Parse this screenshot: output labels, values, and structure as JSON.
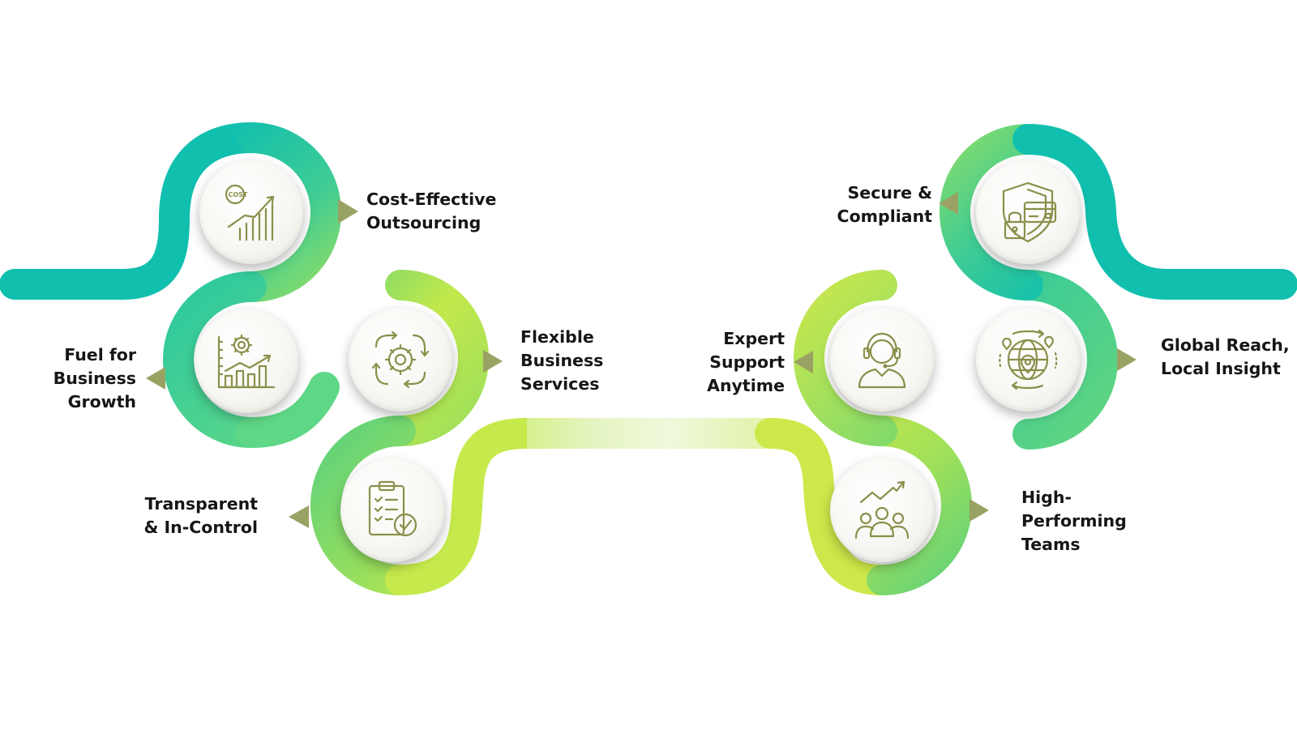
{
  "diagram": {
    "colors": {
      "teal": "#11bfae",
      "green": "#7ed67e",
      "lime": "#cde84a",
      "pale": "#e8f5c4",
      "arrow": "#9aa263",
      "icon": "#8a8f4a",
      "text": "#161616"
    },
    "nodes": [
      {
        "id": "cost-effective",
        "label_lines": [
          "Cost-Effective",
          "Outsourcing"
        ],
        "icon": "cost-growth-chart-icon"
      },
      {
        "id": "fuel-growth",
        "label_lines": [
          "Fuel for",
          "Business",
          "Growth"
        ],
        "icon": "gear-bar-chart-icon"
      },
      {
        "id": "flexible-services",
        "label_lines": [
          "Flexible",
          "Business",
          "Services"
        ],
        "icon": "gear-arrows-icon"
      },
      {
        "id": "transparent",
        "label_lines": [
          "Transparent",
          "& In-Control"
        ],
        "icon": "clipboard-checklist-icon"
      },
      {
        "id": "secure-compliant",
        "label_lines": [
          "Secure &",
          "Compliant"
        ],
        "icon": "shield-lock-card-icon"
      },
      {
        "id": "global-reach",
        "label_lines": [
          "Global Reach,",
          "Local Insight"
        ],
        "icon": "globe-location-icon"
      },
      {
        "id": "expert-support",
        "label_lines": [
          "Expert",
          "Support",
          "Anytime"
        ],
        "icon": "headset-agent-icon"
      },
      {
        "id": "high-performing",
        "label_lines": [
          "High-",
          "Performing",
          "Teams"
        ],
        "icon": "team-growth-icon"
      }
    ]
  }
}
